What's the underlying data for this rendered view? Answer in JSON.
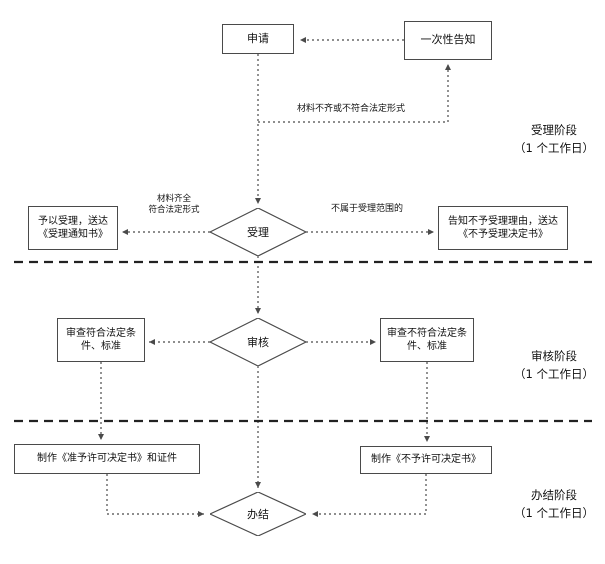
{
  "nodes": {
    "apply": "申请",
    "one_time_notice": "一次性告知",
    "accept": "受理",
    "accept_yes": "予以受理，送达《受理通知书》",
    "accept_no": "告知不予受理理由，送达《不予受理决定书》",
    "review": "审核",
    "review_pass": "审查符合法定条件、标准",
    "review_fail": "审查不符合法定条件、标准",
    "make_license": "制作《准予许可决定书》和证件",
    "make_denial": "制作《不予许可决定书》",
    "finish": "办结"
  },
  "edge_labels": {
    "materials_incomplete": "材料不齐或不符合法定形式",
    "materials_complete_1": "材料齐全",
    "materials_complete_2": "符合法定形式",
    "not_in_scope": "不属于受理范围的"
  },
  "stages": [
    {
      "name": "受理阶段",
      "duration": "（1 个工作日）"
    },
    {
      "name": "审核阶段",
      "duration": "（1 个工作日）"
    },
    {
      "name": "办结阶段",
      "duration": "（1 个工作日）"
    }
  ],
  "colors": {
    "line": "#4a4a4a",
    "divider": "#222222",
    "border": "#4a4a4a",
    "text": "#111111",
    "background": "#ffffff"
  }
}
